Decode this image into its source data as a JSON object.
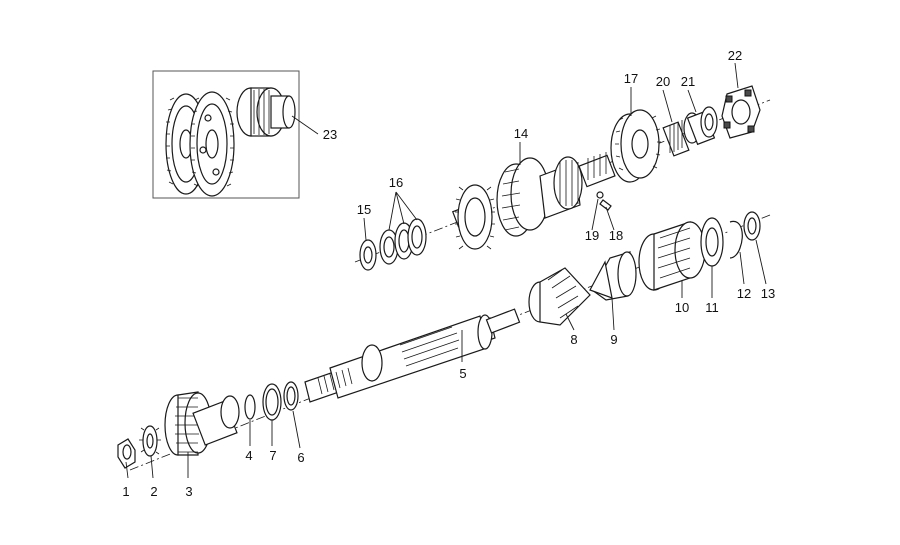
{
  "diagram": {
    "callouts": [
      {
        "id": "1",
        "text": "1"
      },
      {
        "id": "2",
        "text": "2"
      },
      {
        "id": "3",
        "text": "3"
      },
      {
        "id": "4",
        "text": "4"
      },
      {
        "id": "5",
        "text": "5"
      },
      {
        "id": "6",
        "text": "6"
      },
      {
        "id": "7",
        "text": "7"
      },
      {
        "id": "8",
        "text": "8"
      },
      {
        "id": "9",
        "text": "9"
      },
      {
        "id": "10",
        "text": "10"
      },
      {
        "id": "11",
        "text": "11"
      },
      {
        "id": "12",
        "text": "12"
      },
      {
        "id": "13",
        "text": "13"
      },
      {
        "id": "14",
        "text": "14"
      },
      {
        "id": "15",
        "text": "15"
      },
      {
        "id": "16",
        "text": "16"
      },
      {
        "id": "17",
        "text": "17"
      },
      {
        "id": "18",
        "text": "18"
      },
      {
        "id": "19",
        "text": "19"
      },
      {
        "id": "20",
        "text": "20"
      },
      {
        "id": "21",
        "text": "21"
      },
      {
        "id": "22",
        "text": "22"
      },
      {
        "id": "23",
        "text": "23"
      }
    ],
    "colors": {
      "ink": "#1a1a1a",
      "paper": "#ffffff"
    }
  }
}
